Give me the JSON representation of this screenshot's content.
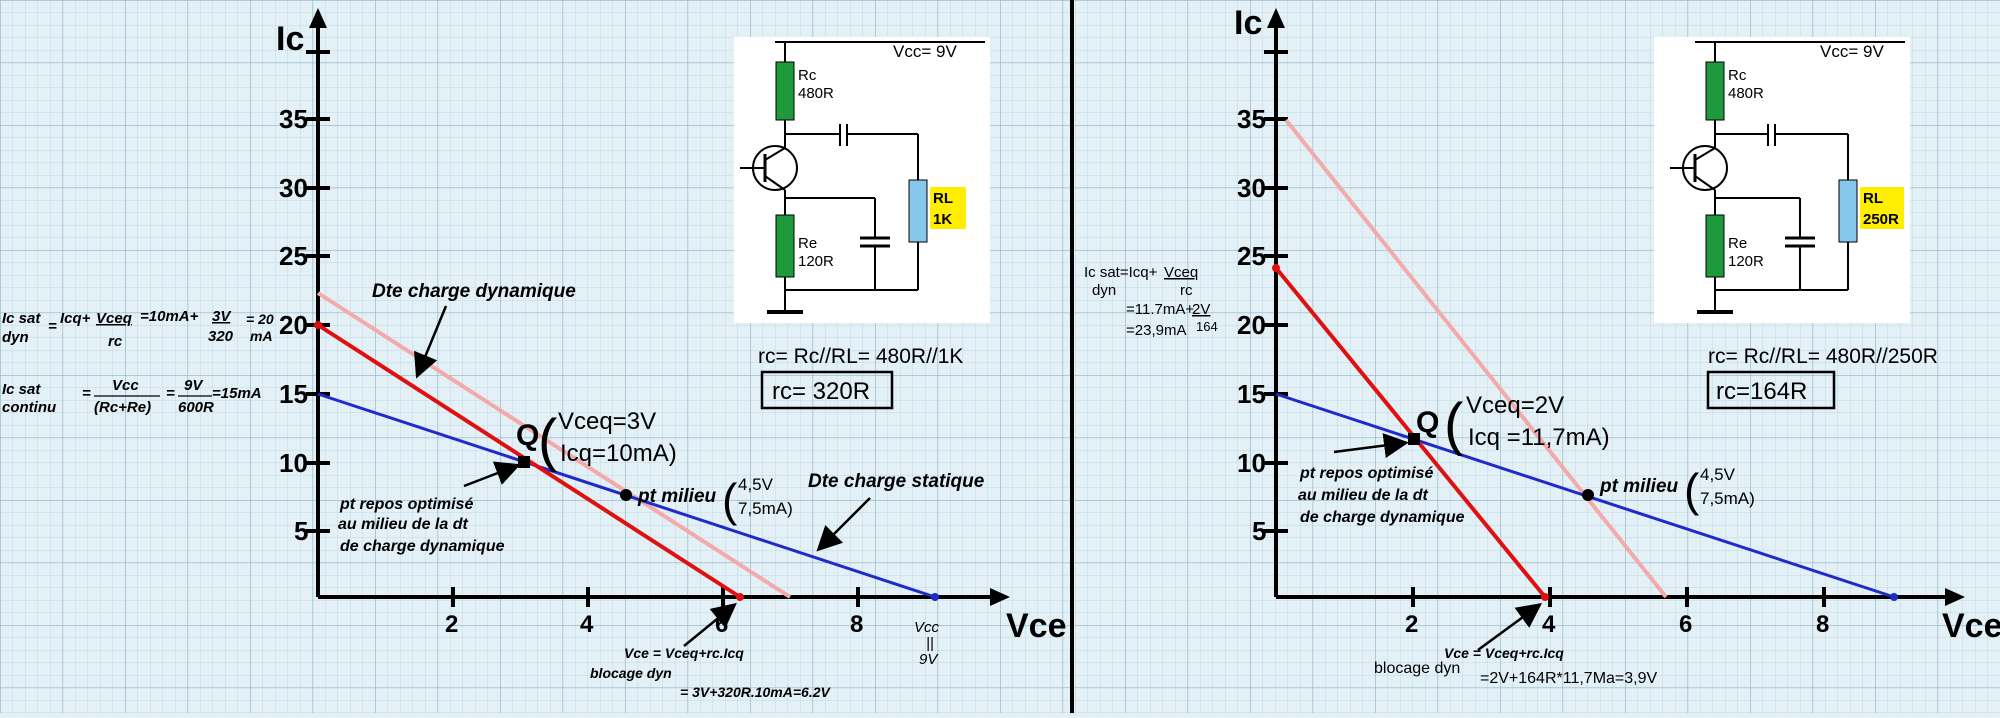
{
  "colors": {
    "grid_minor": "#b8d4e2",
    "grid_major": "#8fb4c9",
    "static_line": "#1f2bc8",
    "dynamic_line": "#e01010",
    "dynamic_faint": "#f2aaaa",
    "resistor": "#1e9a3c",
    "load": "#86c8ec",
    "highlight": "#ffee00"
  },
  "left": {
    "axis_y_label": "Ic",
    "axis_x_label": "Vce",
    "y_ticks": [
      "5",
      "10",
      "15",
      "20",
      "25",
      "30",
      "35"
    ],
    "x_ticks": [
      "2",
      "4",
      "6",
      "8"
    ],
    "vcc_x_label_1": "Vcc",
    "vcc_x_label_2": "||",
    "vcc_x_label_3": "9V",
    "dte_dyn_label": "Dte charge dynamique",
    "dte_stat_label": "Dte charge statique",
    "q_label": "Q",
    "q_vceq": "Vceq=3V",
    "q_icq": "Icq=10mA)",
    "milieu_label": "pt milieu",
    "milieu_v": "4,5V",
    "milieu_i": "7,5mA)",
    "repos_1": "pt repos optimisé",
    "repos_2": "au milieu de la dt",
    "repos_3": "de charge dynamique",
    "icsat_dyn_a": "Ic sat",
    "icsat_dyn_b": "dyn",
    "icsat_dyn_eq": "=",
    "icsat_dyn_f1n": "Icq+",
    "icsat_dyn_f1n2": "Vceq",
    "icsat_dyn_f1d": "rc",
    "icsat_dyn_eq2": "=10mA+",
    "icsat_dyn_f2n": "3V",
    "icsat_dyn_f2d": "320",
    "icsat_dyn_r1": "= 20",
    "icsat_dyn_r2": "mA",
    "icsat_cont_a": "Ic sat",
    "icsat_cont_b": "continu",
    "icsat_cont_eq": "=",
    "icsat_cont_f1n": "Vcc",
    "icsat_cont_f1d": "(Rc+Re)",
    "icsat_cont_eq2": "=",
    "icsat_cont_f2n": "9V",
    "icsat_cont_f2d": "600R",
    "icsat_cont_r": "=15mA",
    "vce_formula": "Vce = Vceq+rc.Icq",
    "blocage": "blocage dyn",
    "blocage_val": "= 3V+320R.10mA=6.2V",
    "circuit": {
      "vcc": "Vcc= 9V",
      "rc_name": "Rc",
      "rc_val": "480R",
      "re_name": "Re",
      "re_val": "120R",
      "rl_name": "RL",
      "rl_val": "1K"
    },
    "rc_formula": "rc= Rc//RL= 480R//1K",
    "rc_box": "rc= 320R"
  },
  "right": {
    "axis_y_label": "Ic",
    "axis_x_label": "Vce",
    "y_ticks": [
      "5",
      "10",
      "15",
      "20",
      "25",
      "30",
      "35"
    ],
    "x_ticks": [
      "2",
      "4",
      "6",
      "8"
    ],
    "q_label": "Q",
    "q_vceq": "Vceq=2V",
    "q_icq": "Icq =11,7mA)",
    "milieu_label": "pt milieu",
    "milieu_v": "4,5V",
    "milieu_i": "7,5mA)",
    "repos_1": "pt repos optimisé",
    "repos_2": "au milieu de la dt",
    "repos_3": "de charge dynamique",
    "icsat_1": "Ic sat=Icq+",
    "icsat_1b": "Vceq",
    "icsat_2": "dyn",
    "icsat_2b": "rc",
    "icsat_3": "=11.7mA+",
    "icsat_3b": "2V",
    "icsat_4": "=23,9mA",
    "icsat_4b": "164",
    "vce_formula": "Vce = Vceq+rc.Icq",
    "blocage": "blocage dyn",
    "blocage_val": "=2V+164R*11,7Ma=3,9V",
    "circuit": {
      "vcc": "Vcc= 9V",
      "rc_name": "Rc",
      "rc_val": "480R",
      "re_name": "Re",
      "re_val": "120R",
      "rl_name": "RL",
      "rl_val": "250R"
    },
    "rc_formula": "rc= Rc//RL= 480R//250R",
    "rc_box": "rc=164R"
  }
}
